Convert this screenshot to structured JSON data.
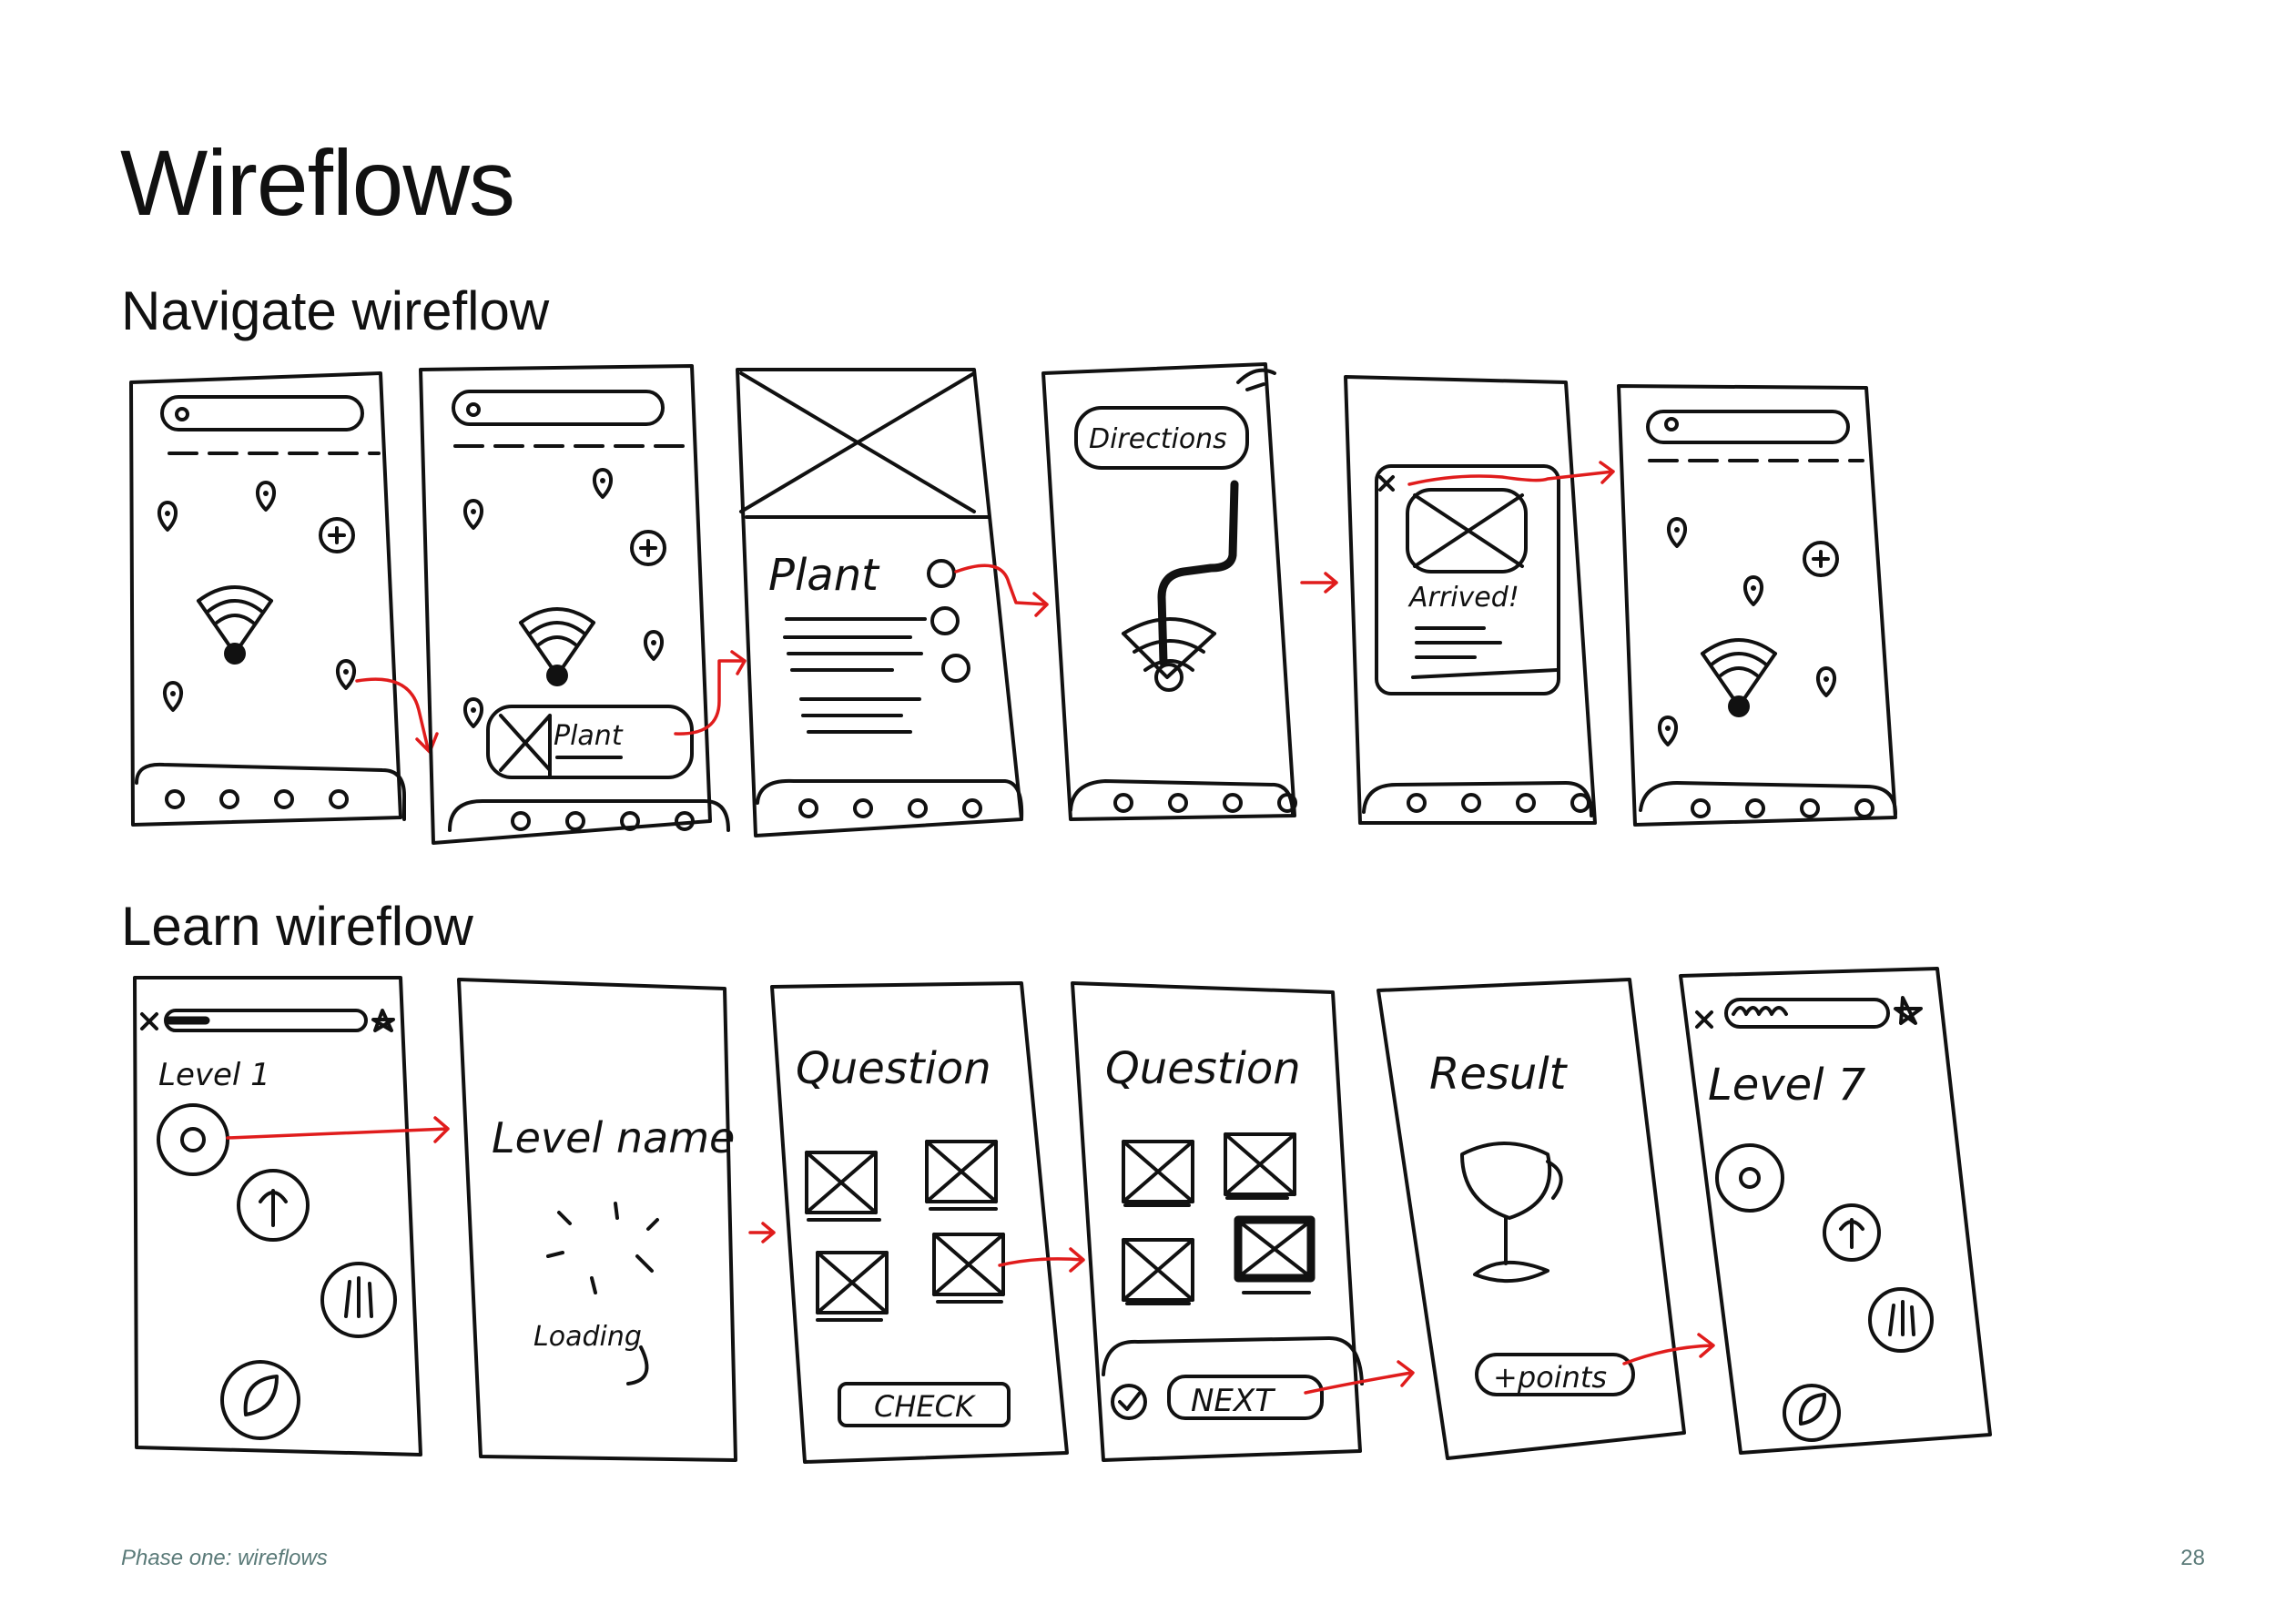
{
  "page": {
    "title": "Wireflows",
    "footer_left": "Phase one: wireflows",
    "page_number": "28"
  },
  "navigate": {
    "heading": "Navigate wireflow",
    "labels": {
      "plant_card": "Plant",
      "detail_title": "Plant",
      "directions": "Directions",
      "arrived": "Arrived!"
    }
  },
  "learn": {
    "heading": "Learn wireflow",
    "labels": {
      "level1": "Level 1",
      "level_name": "Level name",
      "loading": "Loading",
      "question1": "Question",
      "check": "CHECK",
      "question2": "Question",
      "next": "NEXT",
      "result": "Result",
      "points": "+points",
      "level7": "Level 7"
    }
  },
  "colors": {
    "ink": "#111111",
    "arrow": "#e01c1c",
    "footer": "#5a7a78"
  }
}
